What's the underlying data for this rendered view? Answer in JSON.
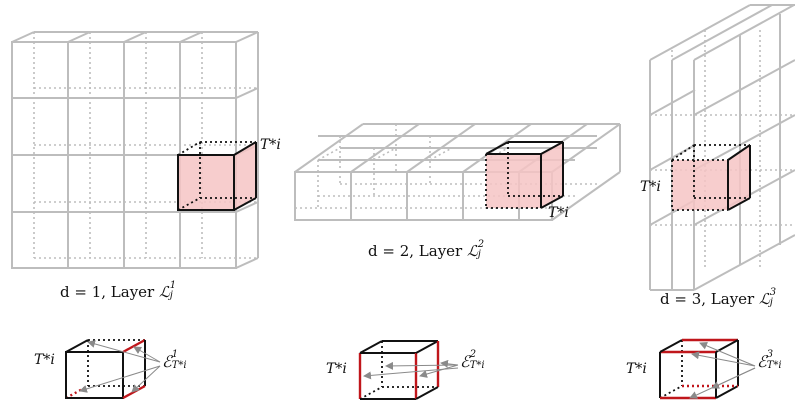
{
  "panels": [
    {
      "d_text": "d = 1, Layer ",
      "layer_symbol": "ℒ",
      "layer_sub": "j",
      "layer_sup": "1"
    },
    {
      "d_text": "d = 2, Layer ",
      "layer_symbol": "ℒ",
      "layer_sub": "j",
      "layer_sup": "2"
    },
    {
      "d_text": "d = 3, Layer ",
      "layer_symbol": "ℒ",
      "layer_sub": "j",
      "layer_sup": "3"
    }
  ],
  "cell_label": "T*i",
  "edge_label": {
    "symbol": "ℰ",
    "sub": "T*i",
    "sups": [
      "1",
      "2",
      "3"
    ]
  },
  "colors": {
    "grid": "#bdbdbd",
    "cell_fill": "#f6c4c4",
    "highlight_edge": "#c0161b",
    "arrow": "#8a8a8a"
  }
}
